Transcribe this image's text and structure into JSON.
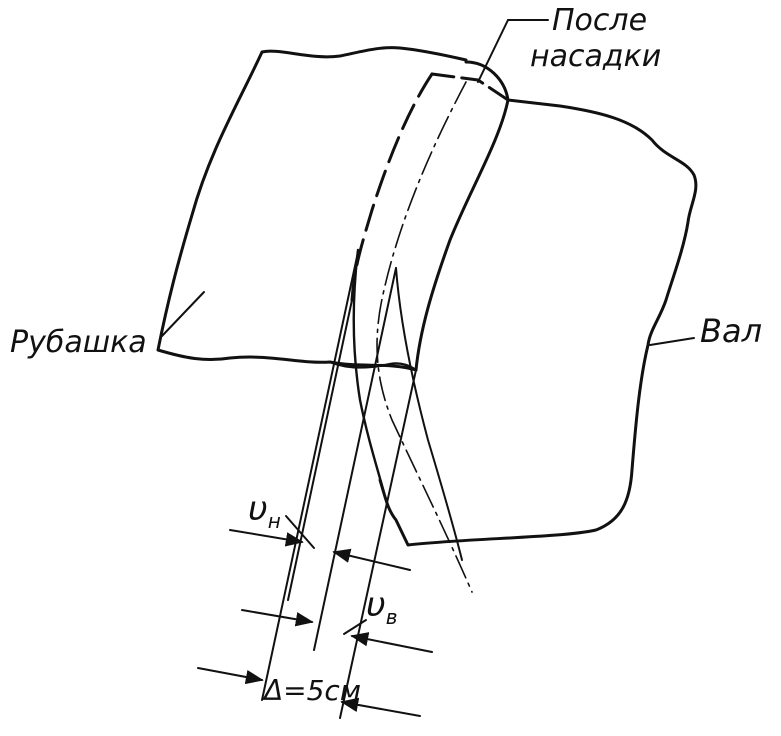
{
  "labels": {
    "after_fit_line1": "После",
    "after_fit_line2": "насадки",
    "jacket": "Рубашка",
    "shaft": "Вал",
    "v_outer": "υ",
    "v_outer_sub": "н",
    "v_inner": "υ",
    "v_inner_sub": "в",
    "delta": "Δ=5см"
  },
  "colors": {
    "ink": "#111111",
    "background": "#ffffff"
  }
}
